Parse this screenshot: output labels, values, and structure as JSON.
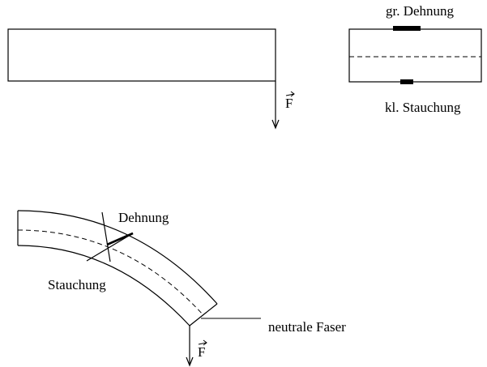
{
  "labels": {
    "force_top": "F",
    "force_bottom": "F",
    "strain_large": "gr. Dehnung",
    "compression_small": "kl. Stauchung",
    "strain": "Dehnung",
    "compression": "Stauchung",
    "neutral_fiber": "neutrale Faser"
  }
}
